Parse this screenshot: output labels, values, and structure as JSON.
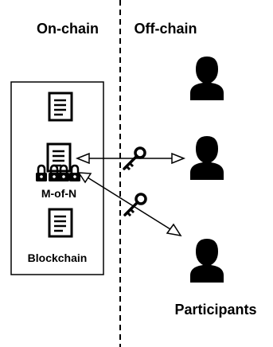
{
  "labels": {
    "on_chain": "On-chain",
    "off_chain": "Off-chain",
    "m_of_n": "M-of-N",
    "blockchain": "Blockchain",
    "participants": "Participants"
  },
  "icons": {
    "document": "document-icon",
    "lock": "padlock-icon",
    "key": "key-icon",
    "person": "person-icon"
  },
  "colors": {
    "ink": "#000000",
    "background": "#ffffff"
  }
}
